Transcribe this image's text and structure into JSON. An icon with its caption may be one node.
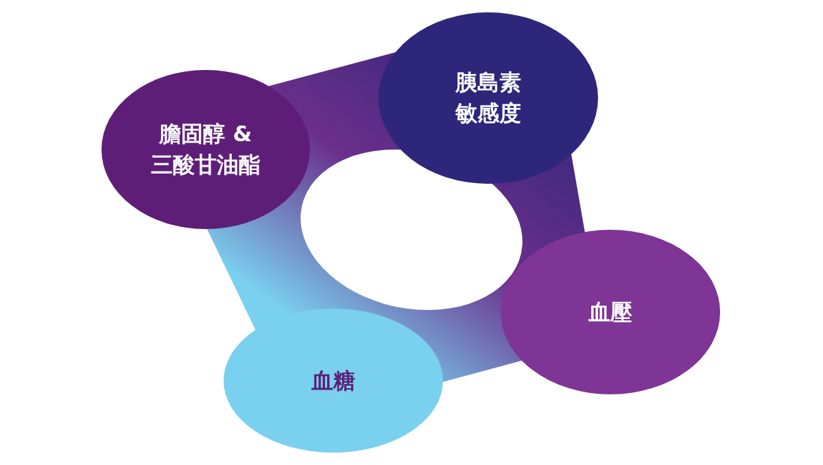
{
  "diagram": {
    "nodes": [
      {
        "text": [
          "膽固醇 & 三酸甘油酯"
        ]
      },
      {
        "text": [
          "胰島素敏感度"
        ]
      },
      {
        "text": [
          "血壓"
        ]
      },
      {
        "text": [
          "血糖"
        ]
      }
    ]
  }
}
